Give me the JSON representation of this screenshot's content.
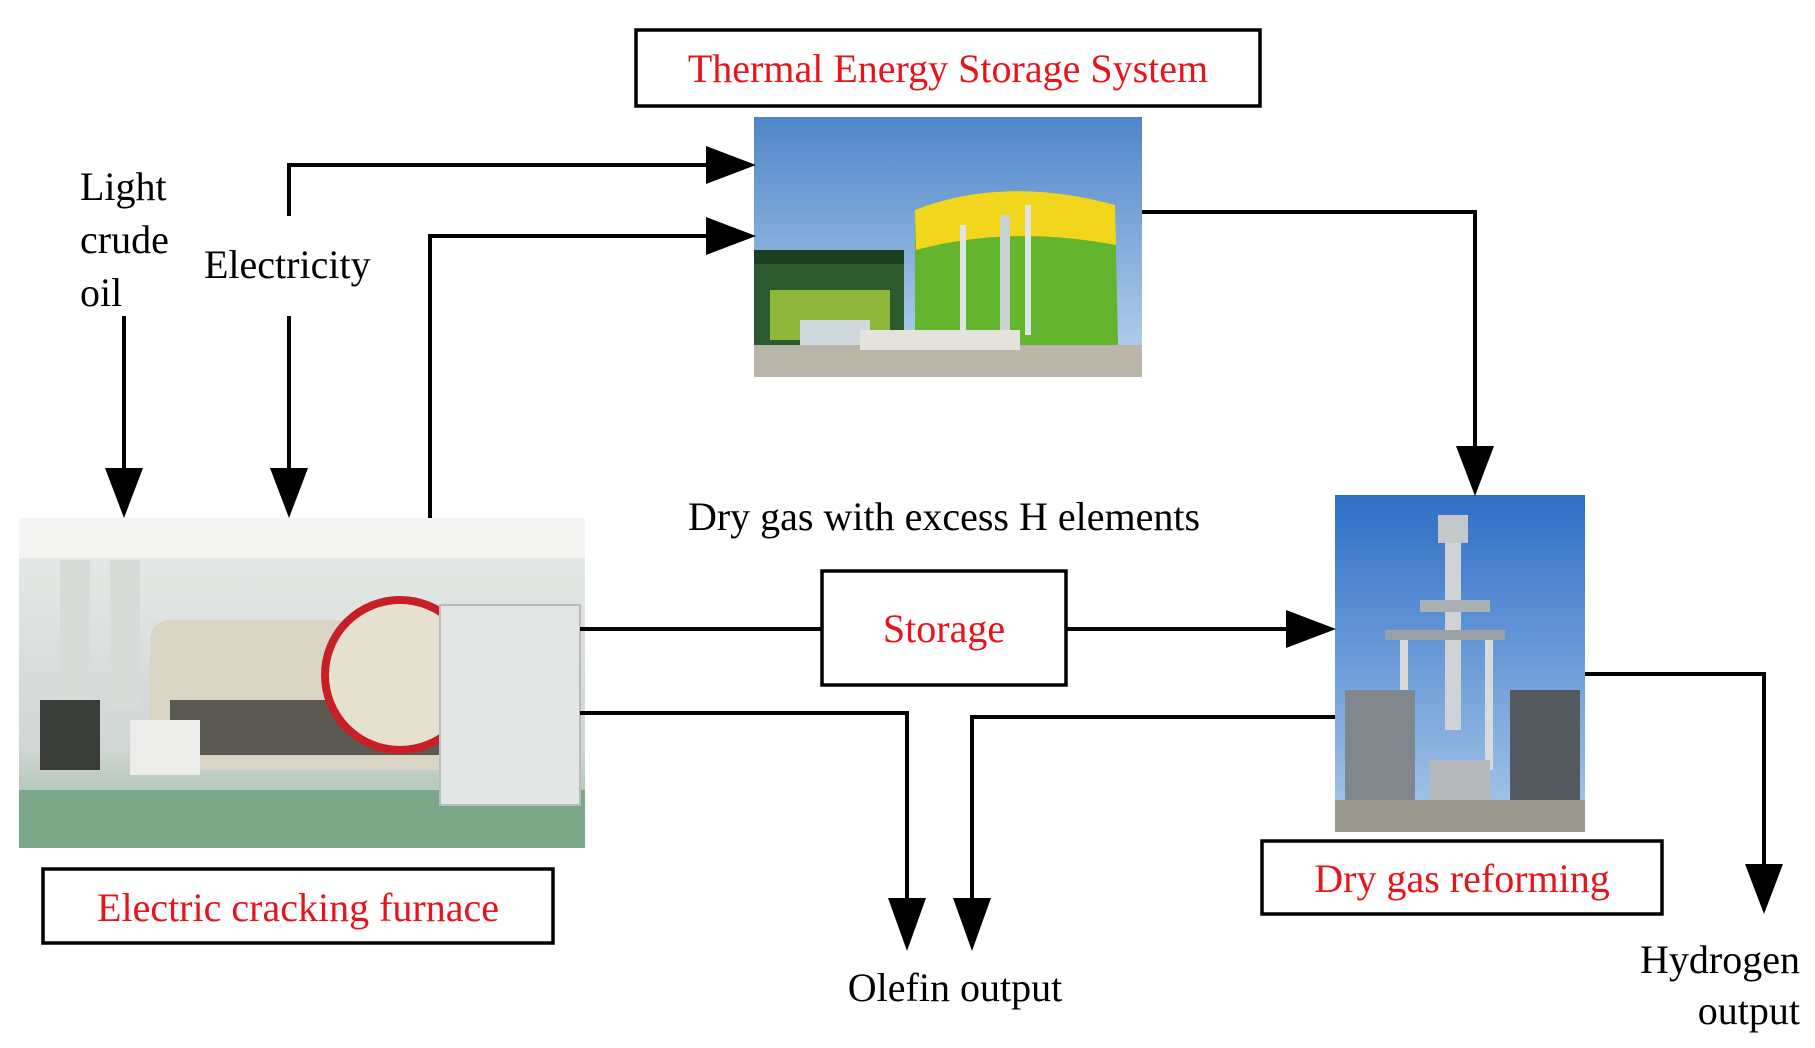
{
  "boxes": {
    "thermal_storage": "Thermal Energy Storage System",
    "storage": "Storage",
    "furnace": "Electric cracking furnace",
    "reforming": "Dry gas reforming"
  },
  "inputs": {
    "light_crude_oil": [
      "Light",
      "crude",
      "oil"
    ],
    "electricity": "Electricity"
  },
  "flow_labels": {
    "dry_gas": "Dry gas with excess H elements"
  },
  "outputs": {
    "olefin": "Olefin output",
    "hydrogen": [
      "Hydrogen",
      "output"
    ]
  },
  "colors": {
    "box_text": "#e8141b",
    "text": "#000000",
    "lines": "#000000"
  }
}
